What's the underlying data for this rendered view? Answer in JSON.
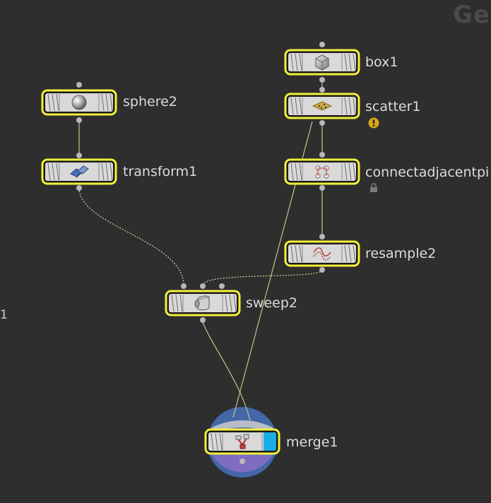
{
  "network": {
    "context_title": "Ge",
    "edge_fragment": "1",
    "nodes": [
      {
        "id": "box1",
        "label": "box1",
        "icon": "box-icon"
      },
      {
        "id": "scatter1",
        "label": "scatter1",
        "icon": "scatter-icon",
        "badge": "warning-icon"
      },
      {
        "id": "connectadjacentpieces1",
        "label": "connectadjacentpi",
        "icon": "connect-adjacent-icon",
        "badge": "lock-icon"
      },
      {
        "id": "resample2",
        "label": "resample2",
        "icon": "resample-icon"
      },
      {
        "id": "sphere2",
        "label": "sphere2",
        "icon": "sphere-icon"
      },
      {
        "id": "transform1",
        "label": "transform1",
        "icon": "transform-icon"
      },
      {
        "id": "sweep2",
        "label": "sweep2",
        "icon": "sweep-icon"
      },
      {
        "id": "merge1",
        "label": "merge1",
        "icon": "merge-icon",
        "flags": [
          "display-flag",
          "render-flag"
        ]
      }
    ]
  },
  "colors": {
    "background": "#2e2e2e",
    "node_fill": "#d9d9d9",
    "node_border_selected": "#f2f23a",
    "wire": "#b9c98a",
    "wire_dotted": "#d8d8a8",
    "display_flag": "#19aee6",
    "render_halo": "#4467a8",
    "render_halo_inner": "#8a6fc7",
    "warning": "#d6a617",
    "lock": "#7a7a7a",
    "label": "#dcdcdc",
    "context_title": "#4a4a4a"
  }
}
